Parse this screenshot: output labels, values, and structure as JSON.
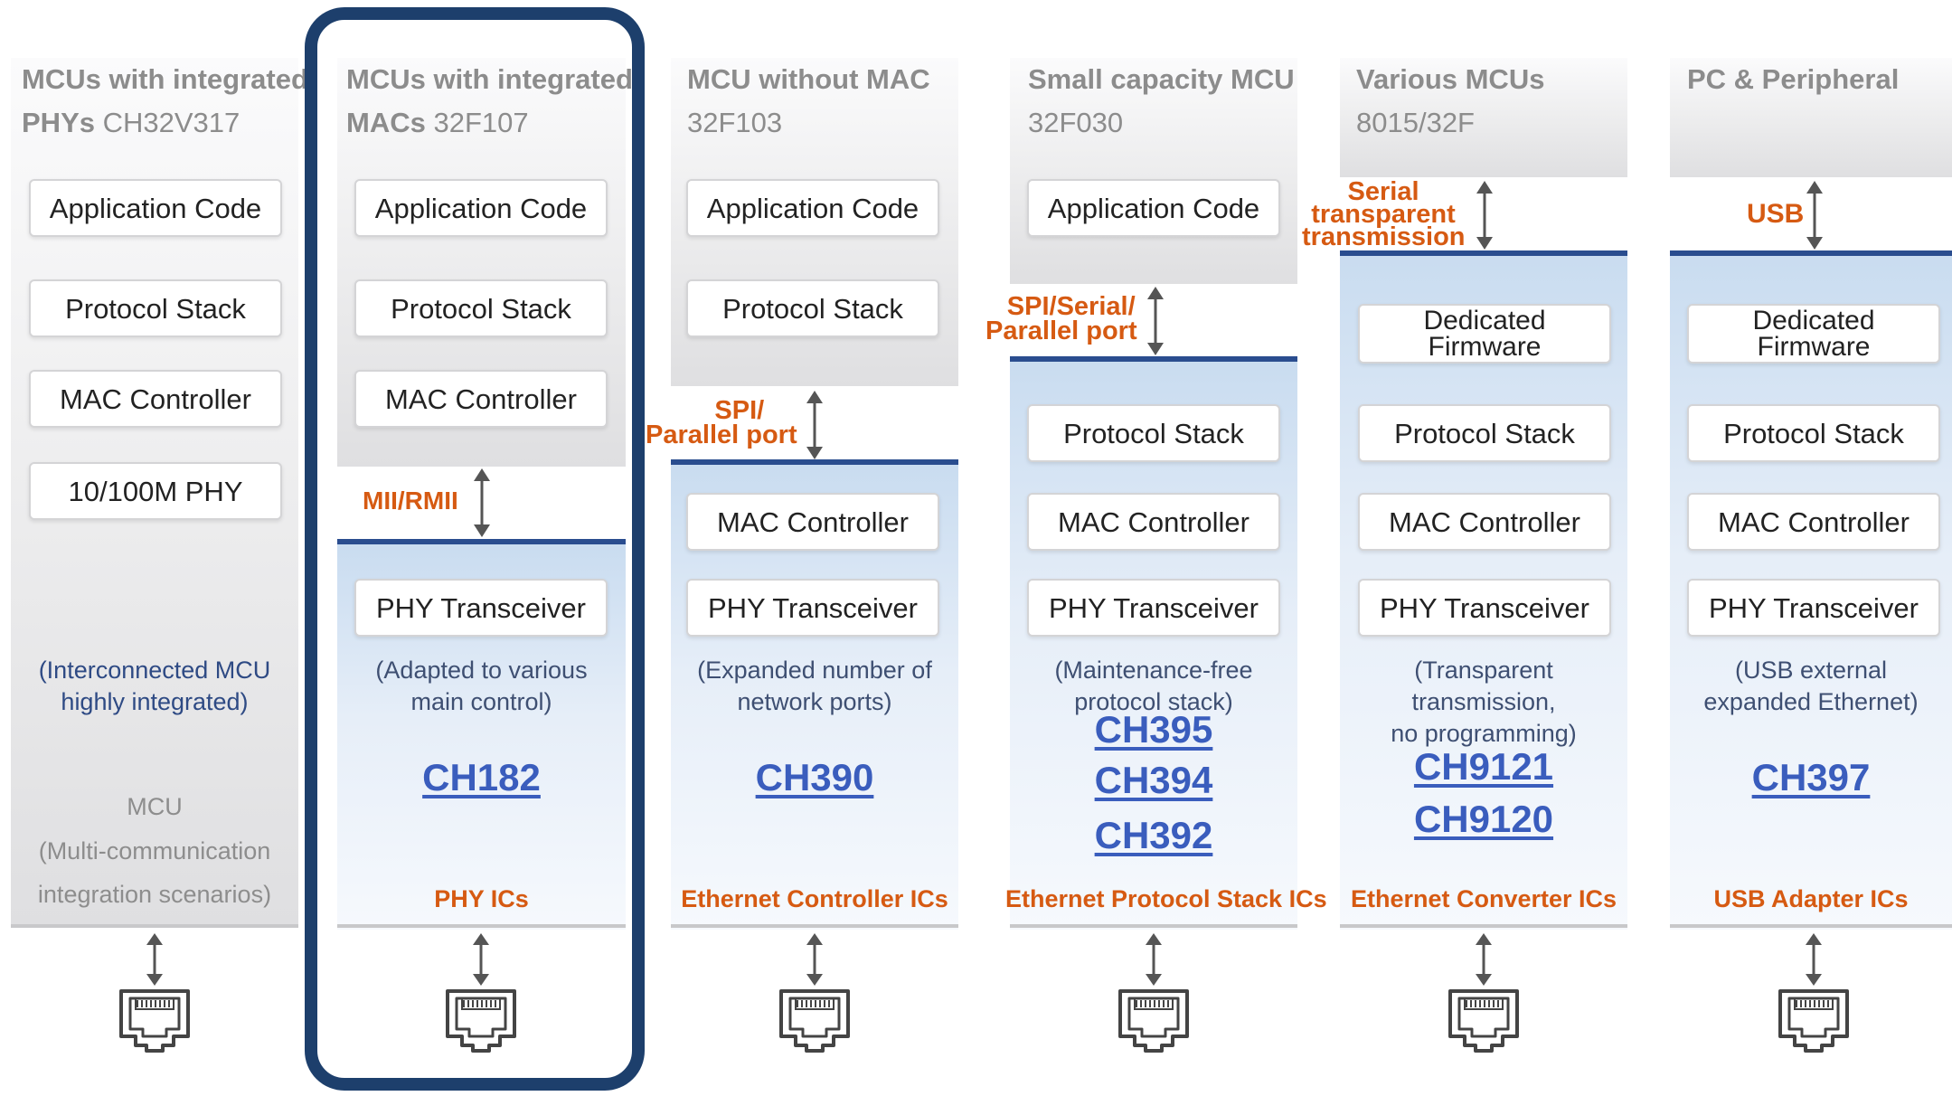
{
  "columns": [
    {
      "head_line1": "MCUs with integrated",
      "head_bold": "PHYs",
      "head_model": "CH32V317",
      "boxes": [
        "Application Code",
        "Protocol Stack",
        "MAC Controller",
        "10/100M PHY"
      ],
      "note": [
        "(Interconnected MCU",
        "highly integrated)"
      ],
      "mcu_note": [
        "MCU",
        "(Multi-communication",
        "integration scenarios)"
      ]
    },
    {
      "head_line1": "MCUs with integrated",
      "head_bold": "MACs",
      "head_model": "32F107",
      "gray_boxes": [
        "Application Code",
        "Protocol Stack",
        "MAC Controller"
      ],
      "interface": "MII/RMII",
      "blue_boxes": [
        "PHY Transceiver"
      ],
      "note": [
        "(Adapted to various",
        "main control)"
      ],
      "chips": [
        "CH182"
      ],
      "category": "PHY ICs"
    },
    {
      "head_line1": "MCU without MAC",
      "head_model": "32F103",
      "gray_boxes": [
        "Application Code",
        "Protocol Stack"
      ],
      "interface": [
        "SPI/",
        "Parallel port"
      ],
      "blue_boxes": [
        "MAC Controller",
        "PHY Transceiver"
      ],
      "note": [
        "(Expanded number of",
        "network ports)"
      ],
      "chips": [
        "CH390"
      ],
      "category": "Ethernet Controller ICs"
    },
    {
      "head_line1": "Small capacity MCU",
      "head_model": "32F030",
      "gray_boxes": [
        "Application Code"
      ],
      "interface": [
        "SPI/Serial/",
        "Parallel port"
      ],
      "blue_boxes": [
        "Protocol Stack",
        "MAC Controller",
        "PHY Transceiver"
      ],
      "note": [
        "(Maintenance-free",
        "protocol stack)"
      ],
      "chips": [
        "CH395",
        "CH394",
        "CH392"
      ],
      "category": "Ethernet Protocol Stack ICs"
    },
    {
      "head_line1": "Various MCUs",
      "head_model": "8015/32F",
      "interface": [
        "Serial",
        "transparent",
        "transmission"
      ],
      "blue_boxes": [
        "Dedicated|Firmware",
        "Protocol Stack",
        "MAC Controller",
        "PHY Transceiver"
      ],
      "note": [
        "(Transparent",
        "transmission,",
        "no programming)"
      ],
      "chips": [
        "CH9121",
        "CH9120"
      ],
      "category": "Ethernet Converter ICs"
    },
    {
      "head_line1": "PC & Peripheral",
      "interface": "USB",
      "blue_boxes": [
        "Dedicated|Firmware",
        "Protocol Stack",
        "MAC Controller",
        "PHY Transceiver"
      ],
      "note": [
        "(USB external",
        "expanded Ethernet)"
      ],
      "chips": [
        "CH397"
      ],
      "category": "USB Adapter ICs"
    }
  ],
  "icons": {
    "port": "ethernet-port-icon",
    "arrow": "double-arrow-icon"
  },
  "colors": {
    "highlight_border": "#1d3f6c",
    "interface_text": "#d65a12",
    "chip_link": "#3a5dbd",
    "blue_divider": "#2a4d8f"
  }
}
